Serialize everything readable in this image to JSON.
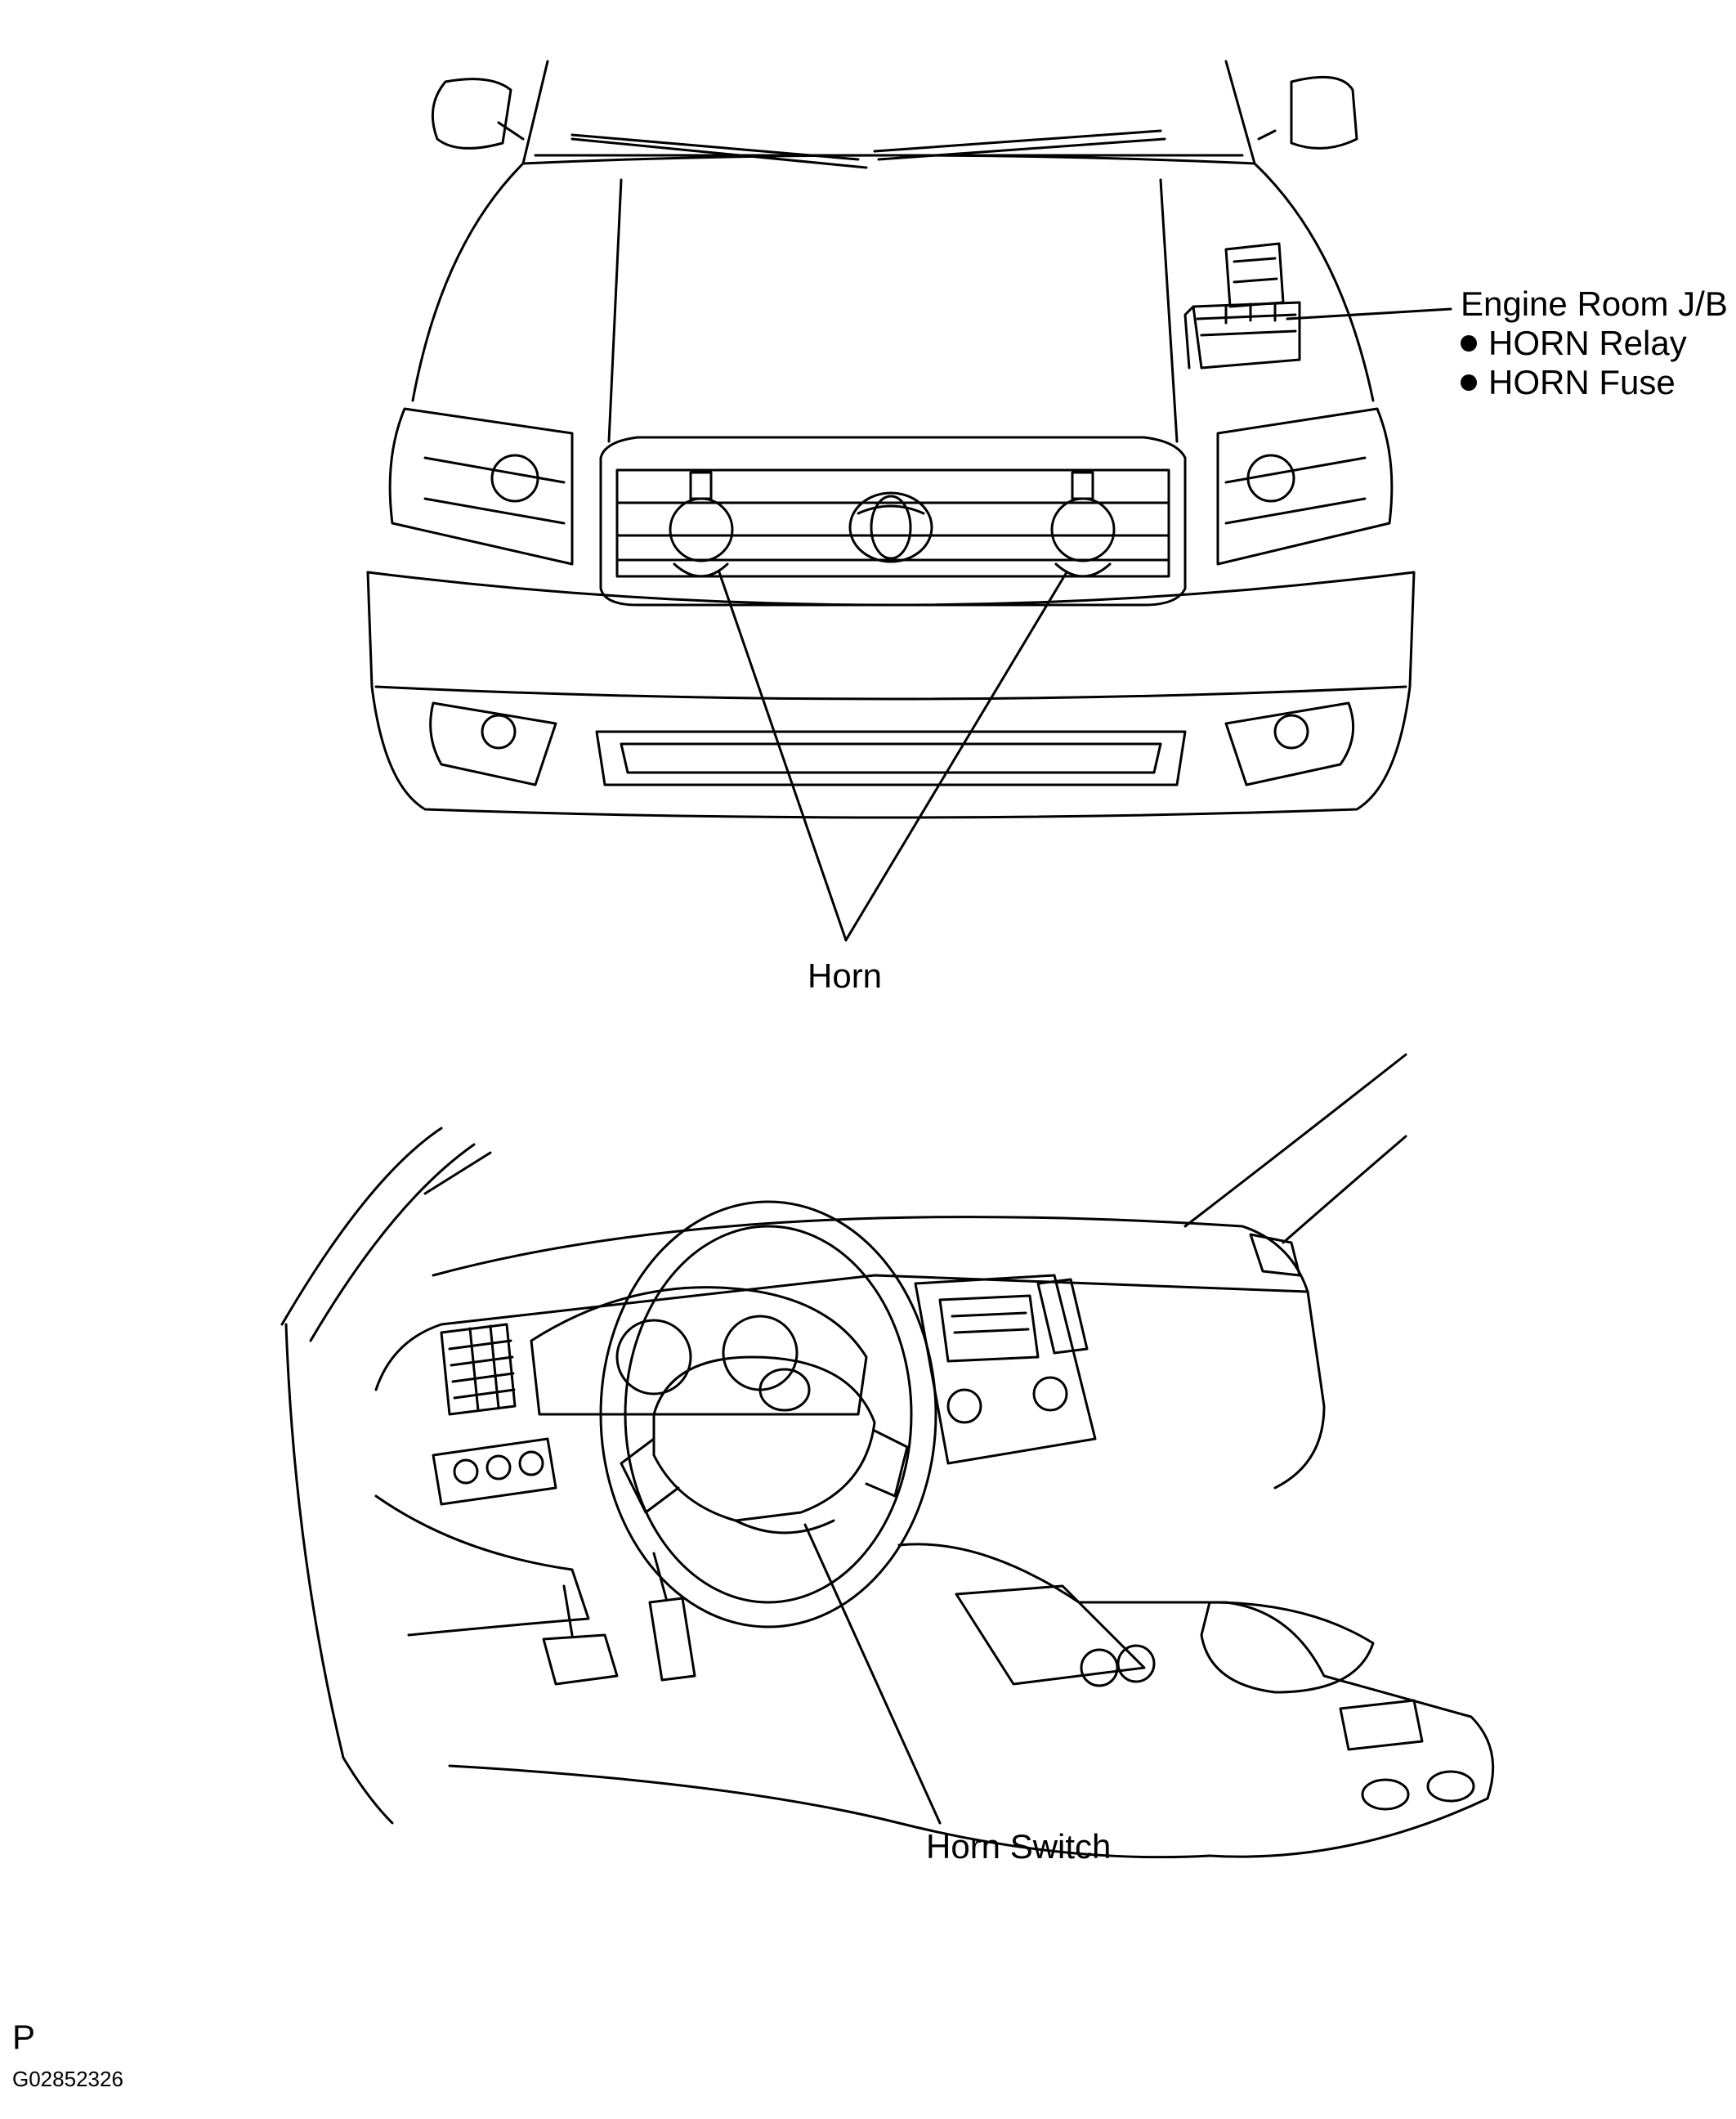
{
  "labels": {
    "engine_room_jb": "Engine Room J/B",
    "horn_relay": "HORN Relay",
    "horn_fuse": "HORN Fuse",
    "horn": "Horn",
    "horn_switch": "Horn Switch",
    "page_code": "P",
    "figure_id": "G02852326"
  },
  "colors": {
    "line": "#000000",
    "background": "#ffffff"
  }
}
